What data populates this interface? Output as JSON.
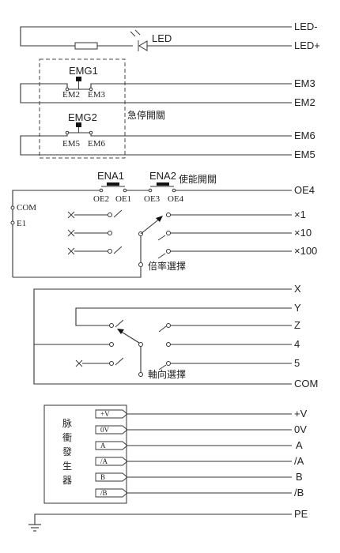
{
  "terminals": {
    "led_minus": "LED-",
    "led_plus": "LED+",
    "em3": "EM3",
    "em2": "EM2",
    "em6": "EM6",
    "em5": "EM5",
    "oe4": "OE4",
    "x1": "×1",
    "x10": "×10",
    "x100": "×100",
    "x": "X",
    "y": "Y",
    "z": "Z",
    "four": "4",
    "five": "5",
    "com": "COM",
    "plus_v": "+V",
    "zero_v": "0V",
    "a": "A",
    "a_bar": "/A",
    "b": "B",
    "b_bar": "/B",
    "pe": "PE"
  },
  "led": {
    "label": "LED"
  },
  "emergency": {
    "label": "急停開關",
    "switch1": {
      "name": "EMG1",
      "left_pin": "EM2",
      "right_pin": "EM3"
    },
    "switch2": {
      "name": "EMG2",
      "left_pin": "EM5",
      "right_pin": "EM6"
    }
  },
  "enable": {
    "label": "使能開關",
    "switch1": {
      "name": "ENA1",
      "left_pin": "OE2",
      "right_pin": "OE1"
    },
    "switch2": {
      "name": "ENA2",
      "left_pin": "OE3",
      "right_pin": "OE4"
    }
  },
  "selector_side": {
    "com": "COM",
    "e1": "E1"
  },
  "multiplier": {
    "label": "倍率選擇"
  },
  "axis": {
    "label": "軸向選擇"
  },
  "generator": {
    "label_chars": [
      "脉",
      "衝",
      "發",
      "生",
      "器"
    ],
    "outputs": [
      "+V",
      "0V",
      "A",
      "/A",
      "B",
      "/B"
    ]
  }
}
